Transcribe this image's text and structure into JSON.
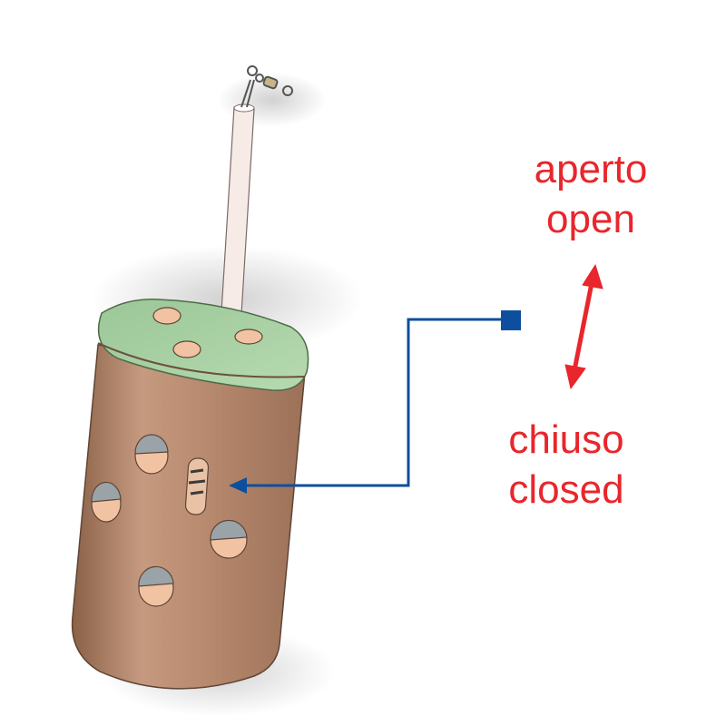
{
  "labels": {
    "open_it": "aperto",
    "open_en": "open",
    "closed_it": "chiuso",
    "closed_en": "closed"
  },
  "colors": {
    "label": "#e8262c",
    "pointer": "#0d4f9e",
    "body": "#b8876a",
    "lid": "#a8d0a4",
    "stem": "#f4e8e4"
  }
}
